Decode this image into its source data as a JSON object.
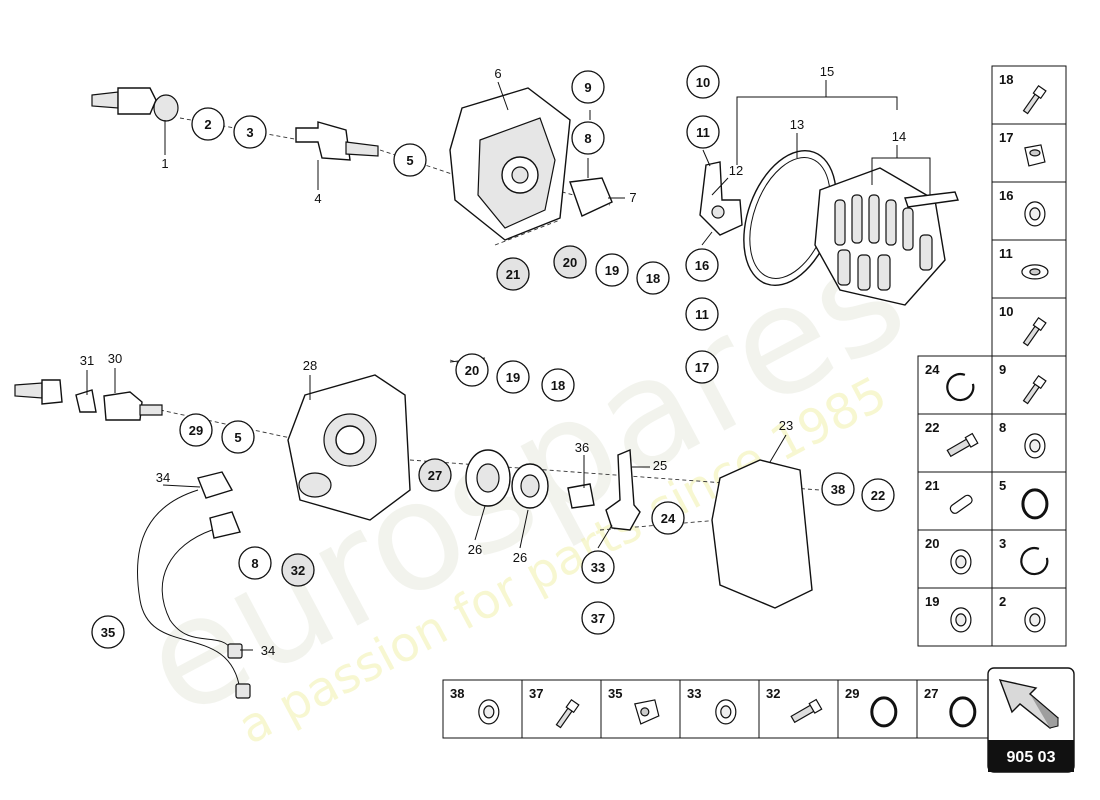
{
  "watermark": {
    "brand": "eurospares",
    "tagline": "a passion for parts since 1985"
  },
  "callouts": [
    {
      "id": "c2",
      "label": "2"
    },
    {
      "id": "c3",
      "label": "3"
    },
    {
      "id": "c5a",
      "label": "5"
    },
    {
      "id": "c9a",
      "label": "9"
    },
    {
      "id": "c8a",
      "label": "8"
    },
    {
      "id": "c10a",
      "label": "10"
    },
    {
      "id": "c11a",
      "label": "11"
    },
    {
      "id": "c16a",
      "label": "16"
    },
    {
      "id": "c11b",
      "label": "11"
    },
    {
      "id": "c17a",
      "label": "17"
    },
    {
      "id": "c21a",
      "label": "21"
    },
    {
      "id": "c20a",
      "label": "20"
    },
    {
      "id": "c19a",
      "label": "19"
    },
    {
      "id": "c18a",
      "label": "18"
    },
    {
      "id": "c20b",
      "label": "20"
    },
    {
      "id": "c19b",
      "label": "19"
    },
    {
      "id": "c18b",
      "label": "18"
    },
    {
      "id": "c29",
      "label": "29"
    },
    {
      "id": "c5b",
      "label": "5"
    },
    {
      "id": "c27",
      "label": "27"
    },
    {
      "id": "c8b",
      "label": "8"
    },
    {
      "id": "c32",
      "label": "32"
    },
    {
      "id": "c35",
      "label": "35"
    },
    {
      "id": "c33",
      "label": "33"
    },
    {
      "id": "c37",
      "label": "37"
    },
    {
      "id": "c24",
      "label": "24"
    },
    {
      "id": "c38",
      "label": "38"
    },
    {
      "id": "c22",
      "label": "22"
    }
  ],
  "labels": [
    {
      "id": "l1",
      "label": "1"
    },
    {
      "id": "l4",
      "label": "4"
    },
    {
      "id": "l6",
      "label": "6"
    },
    {
      "id": "l7",
      "label": "7"
    },
    {
      "id": "l12",
      "label": "12"
    },
    {
      "id": "l13",
      "label": "13"
    },
    {
      "id": "l14",
      "label": "14"
    },
    {
      "id": "l15",
      "label": "15"
    },
    {
      "id": "l28",
      "label": "28"
    },
    {
      "id": "l31",
      "label": "31"
    },
    {
      "id": "l30",
      "label": "30"
    },
    {
      "id": "l34a",
      "label": "34"
    },
    {
      "id": "l34b",
      "label": "34"
    },
    {
      "id": "l36",
      "label": "36"
    },
    {
      "id": "l25",
      "label": "25"
    },
    {
      "id": "l23",
      "label": "23"
    },
    {
      "id": "l26a",
      "label": "26"
    },
    {
      "id": "l26b",
      "label": "26"
    }
  ],
  "legend_right": [
    {
      "label": "18",
      "icon": "bolt-icon"
    },
    {
      "label": "17",
      "icon": "hex-nut-icon"
    },
    {
      "label": "16",
      "icon": "washer-icon"
    },
    {
      "label": "11",
      "icon": "nut-icon"
    },
    {
      "label": "10",
      "icon": "bolt-icon"
    },
    {
      "label": "9",
      "icon": "bolt-icon"
    },
    {
      "label": "8",
      "icon": "washer-icon"
    },
    {
      "label": "5",
      "icon": "o-ring-icon"
    },
    {
      "label": "3",
      "icon": "circlip-icon"
    },
    {
      "label": "2",
      "icon": "ring-icon"
    }
  ],
  "legend_left": [
    {
      "label": "24",
      "icon": "circlip-icon"
    },
    {
      "label": "22",
      "icon": "screw-icon"
    },
    {
      "label": "21",
      "icon": "pin-icon"
    },
    {
      "label": "20",
      "icon": "spring-washer-icon"
    },
    {
      "label": "19",
      "icon": "spring-washer-icon"
    }
  ],
  "legend_bottom": [
    {
      "label": "38",
      "icon": "washer-icon"
    },
    {
      "label": "37",
      "icon": "bolt-icon"
    },
    {
      "label": "35",
      "icon": "clip-icon"
    },
    {
      "label": "33",
      "icon": "washer-icon"
    },
    {
      "label": "32",
      "icon": "screw-icon"
    },
    {
      "label": "29",
      "icon": "o-ring-icon"
    },
    {
      "label": "27",
      "icon": "o-ring-icon"
    }
  ],
  "diagram_code": "905 03"
}
